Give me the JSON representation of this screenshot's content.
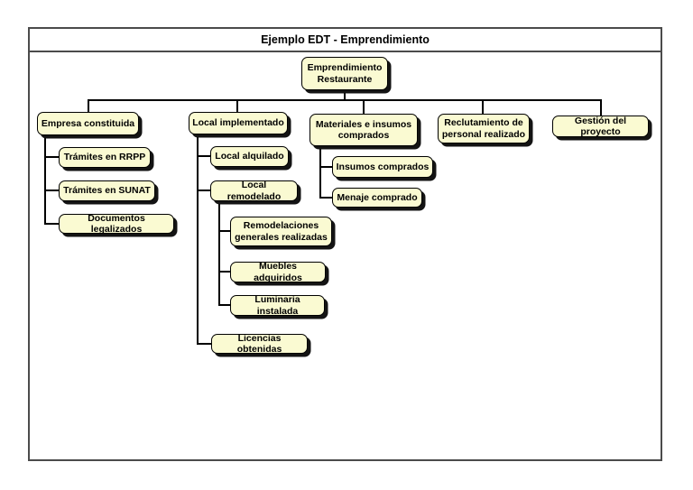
{
  "window": {
    "title": "Ejemplo EDT - Emprendimiento"
  },
  "diagram": {
    "type": "wbs-tree",
    "root": {
      "label": "Emprendimiento Restaurante"
    },
    "branches": [
      {
        "label": "Empresa constituida",
        "children": [
          {
            "label": "Trámites en RRPP"
          },
          {
            "label": "Trámites en SUNAT"
          },
          {
            "label": "Documentos legalizados"
          }
        ]
      },
      {
        "label": "Local implementado",
        "children": [
          {
            "label": "Local alquilado"
          },
          {
            "label": "Local remodelado",
            "children": [
              {
                "label": "Remodelaciones generales realizadas"
              },
              {
                "label": "Muebles adquiridos"
              },
              {
                "label": "Luminaria instalada"
              }
            ]
          },
          {
            "label": "Licencias obtenidas"
          }
        ]
      },
      {
        "label": "Materiales e insumos comprados",
        "children": [
          {
            "label": "Insumos comprados"
          },
          {
            "label": "Menaje comprado"
          }
        ]
      },
      {
        "label": "Reclutamiento de personal realizado",
        "children": []
      },
      {
        "label": "Gestión del proyecto",
        "children": []
      }
    ],
    "colors": {
      "node_fill": "#FAFAD2",
      "node_border": "#000000",
      "node_shadow": "#141414",
      "frame_border": "#4B4B4B",
      "connector": "#000000",
      "background": "#FFFFFF"
    }
  }
}
